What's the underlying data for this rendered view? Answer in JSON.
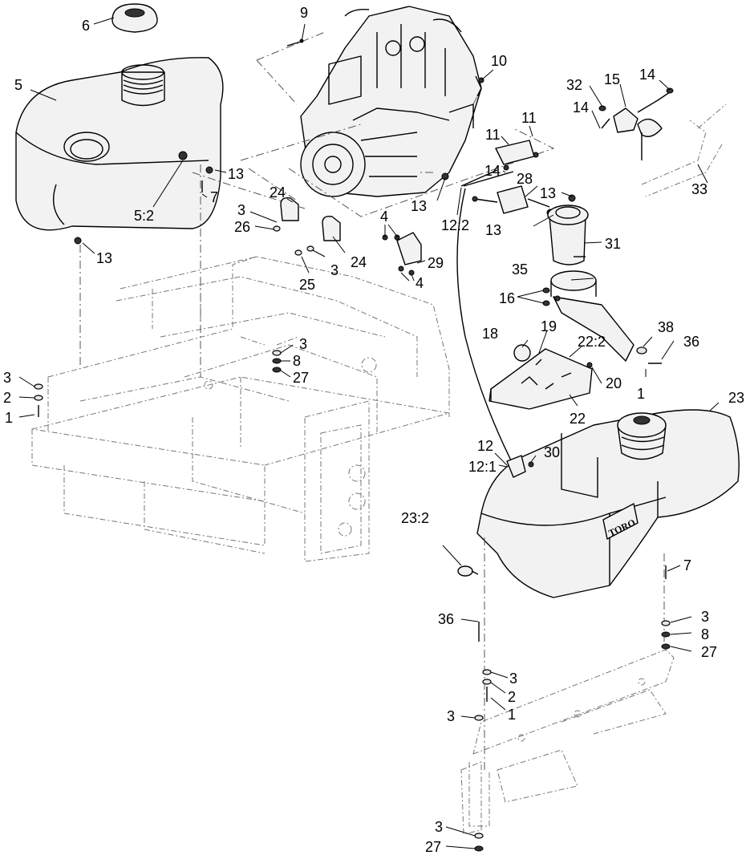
{
  "diagram": {
    "callouts": {
      "c1a": "1",
      "c1b": "1",
      "c1c": "1",
      "c2a": "2",
      "c2b": "2",
      "c3a": "3",
      "c3b": "3",
      "c3c": "3",
      "c3d": "3",
      "c3e": "3",
      "c3f": "3",
      "c3g": "3",
      "c3h": "3",
      "c4a": "4",
      "c4b": "4",
      "c5": "5",
      "c5_2": "5:2",
      "c6": "6",
      "c7a": "7",
      "c7b": "7",
      "c8a": "8",
      "c8b": "8",
      "c9": "9",
      "c10": "10",
      "c11a": "11",
      "c11b": "11",
      "c12": "12",
      "c12_1": "12:1",
      "c12_2": "12:2",
      "c13a": "13",
      "c13b": "13",
      "c13c": "13",
      "c13d": "13",
      "c13e": "13",
      "c14a": "14",
      "c14b": "14",
      "c14c": "14",
      "c15": "15",
      "c16": "16",
      "c18": "18",
      "c19": "19",
      "c20": "20",
      "c22": "22",
      "c22_2": "22:2",
      "c23": "23",
      "c23_2": "23:2",
      "c24a": "24",
      "c24b": "24",
      "c25": "25",
      "c26": "26",
      "c27a": "27",
      "c27b": "27",
      "c27c": "27",
      "c28": "28",
      "c29": "29",
      "c30": "30",
      "c31": "31",
      "c32": "32",
      "c33": "33",
      "c35": "35",
      "c36a": "36",
      "c36b": "36",
      "c38": "38"
    },
    "tank_brand": "TORO"
  }
}
